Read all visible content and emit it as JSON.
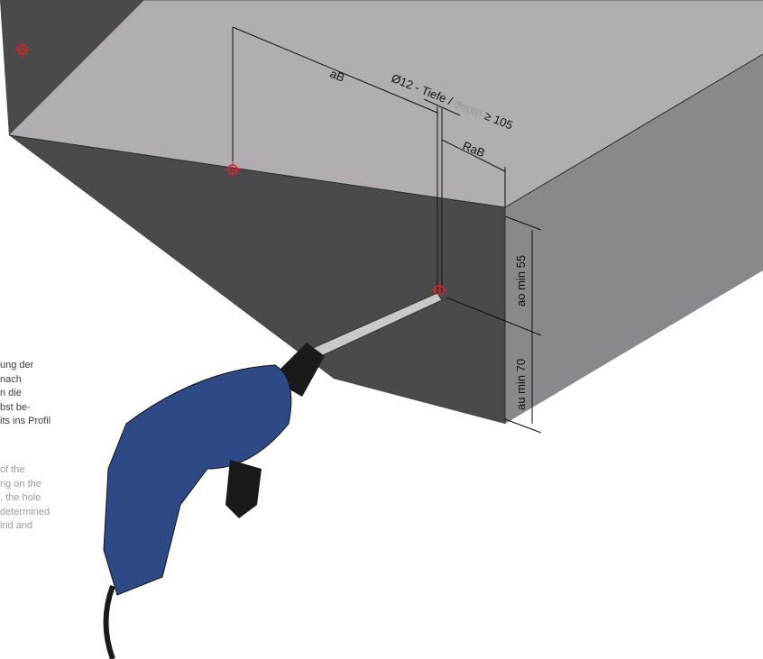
{
  "dimensions": {
    "aB": "aB",
    "hole": "Ø12 - Tiefe / ",
    "hole_depth_word": "depth",
    "hole_depth_value": " ≥ 105",
    "RaB": "RaB",
    "ao": "ao min 55",
    "au": "au min 70"
  },
  "note_de": "ung der\nnach\nn die\nbst be-\nits ins Profil",
  "note_en": "of the\nng on the\n, the hole\ndetermined\nind and",
  "colors": {
    "front_face": "#4a4a4d",
    "top_face": "#b2adb3",
    "side_face": "#8a888c",
    "drill_body": "#2e4a86",
    "marker": "#e0212b"
  }
}
